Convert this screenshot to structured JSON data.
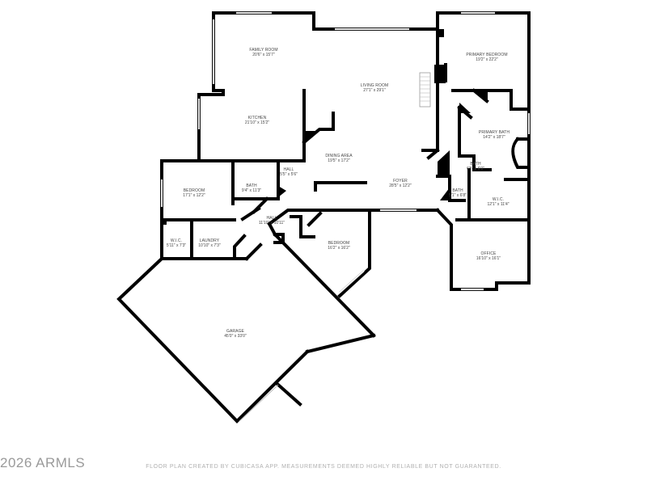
{
  "plan": {
    "rooms": [
      {
        "id": "family-room",
        "name": "FAMILY ROOM",
        "dims": "20'6\" x 15'7\""
      },
      {
        "id": "living-room",
        "name": "LIVING ROOM",
        "dims": "27'1\" x 29'1\""
      },
      {
        "id": "primary-bedroom",
        "name": "PRIMARY BEDROOM",
        "dims": "19'2\" x 22'2\""
      },
      {
        "id": "kitchen",
        "name": "KITCHEN",
        "dims": "21'10\" x 15'2\""
      },
      {
        "id": "primary-bath",
        "name": "PRIMARY BATH",
        "dims": "14'2\" x 18'7\""
      },
      {
        "id": "dining-area",
        "name": "DINING AREA",
        "dims": "19'5\" x 17'2\""
      },
      {
        "id": "hall-small",
        "name": "HALL",
        "dims": "5'5\" x 5'6\""
      },
      {
        "id": "bath-upper",
        "name": "BATH",
        "dims": "6'5\" x 6'0\""
      },
      {
        "id": "foyer",
        "name": "FOYER",
        "dims": "28'5\" x 12'2\""
      },
      {
        "id": "bedroom-left",
        "name": "BEDROOM",
        "dims": "17'1\" x 12'2\""
      },
      {
        "id": "bath-left",
        "name": "BATH",
        "dims": "9'4\" x 11'3\""
      },
      {
        "id": "bath-right",
        "name": "BATH",
        "dims": "5'1\" x 6'8\""
      },
      {
        "id": "wic-right",
        "name": "W.I.C.",
        "dims": "12'1\" x 11'4\""
      },
      {
        "id": "hall-center",
        "name": "HALL",
        "dims": "11'10\" x 10'11\""
      },
      {
        "id": "wic-left",
        "name": "W.I.C.",
        "dims": "5'11\" x 7'3\""
      },
      {
        "id": "laundry",
        "name": "LAUNDRY",
        "dims": "10'10\" x 7'3\""
      },
      {
        "id": "bedroom-center",
        "name": "BEDROOM",
        "dims": "16'2\" x 16'2\""
      },
      {
        "id": "office",
        "name": "OFFICE",
        "dims": "16'10\" x 16'1\""
      },
      {
        "id": "garage",
        "name": "GARAGE",
        "dims": "45'0\" x 33'0\""
      }
    ]
  },
  "footer": {
    "disclaimer": "FLOOR PLAN CREATED BY CUBICASA APP. MEASUREMENTS DEEMED HIGHLY RELIABLE BUT NOT GUARANTEED.",
    "copyright": "2026 ARMLS"
  }
}
